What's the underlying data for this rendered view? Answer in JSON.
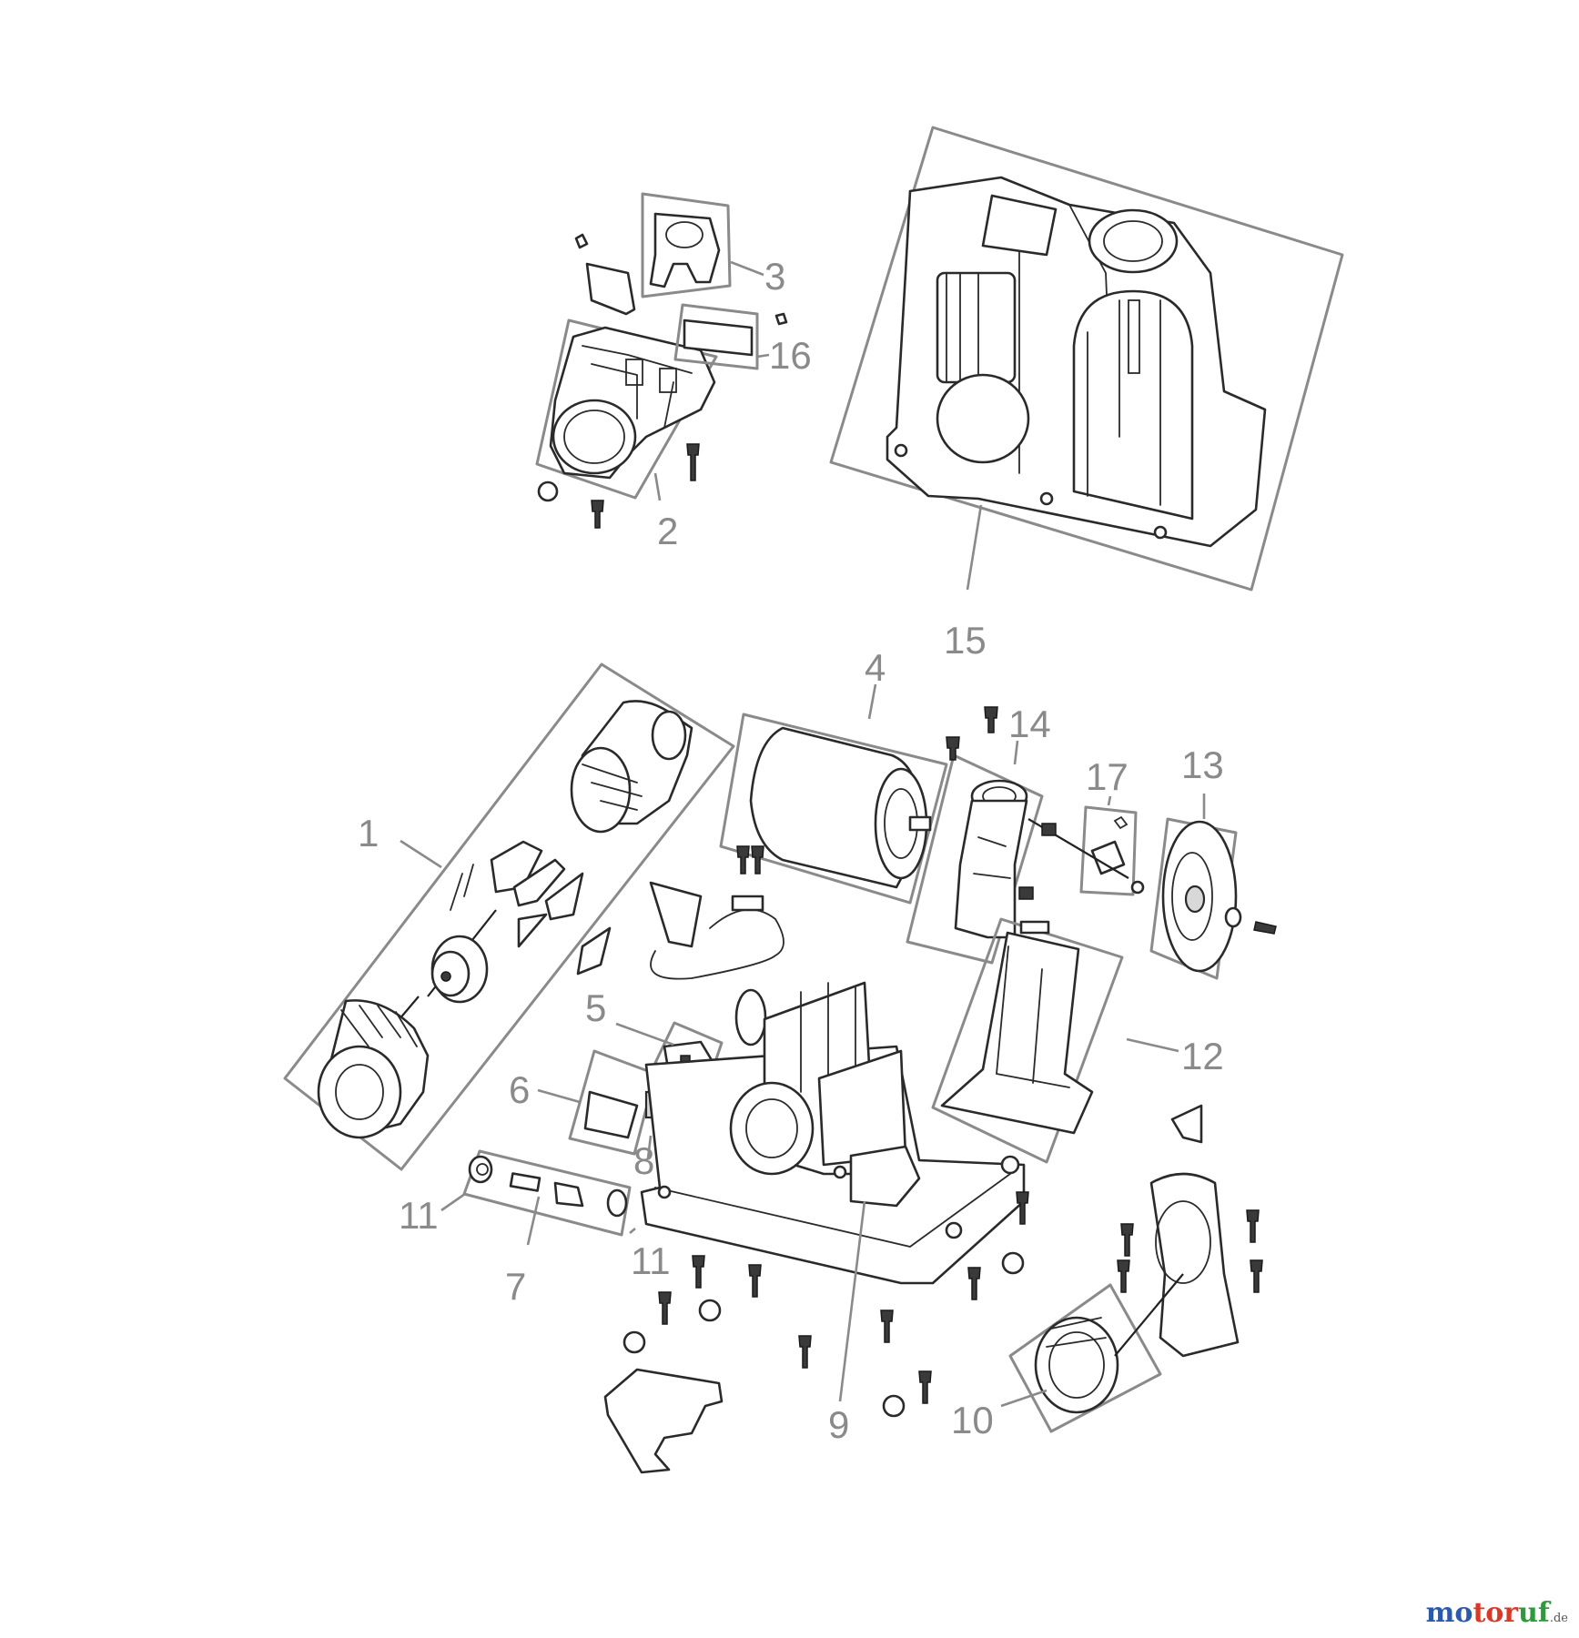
{
  "callouts": {
    "c1": "1",
    "c2": "2",
    "c3": "3",
    "c4": "4",
    "c5": "5",
    "c6": "6",
    "c7": "7",
    "c8": "8",
    "c9": "9",
    "c10": "10",
    "c11a": "11",
    "c11b": "11",
    "c12": "12",
    "c13": "13",
    "c14": "14",
    "c15": "15",
    "c16": "16",
    "c17": "17"
  },
  "watermark": {
    "part1": "mo",
    "part2": "tor",
    "part3": "uf",
    "tld": ".de"
  },
  "colors": {
    "frame": "#8a8a8a",
    "line": "#2a2a2a",
    "watermark_blue": "#2a5aa8",
    "watermark_red": "#d83a2a",
    "watermark_green": "#2e9a3c"
  }
}
